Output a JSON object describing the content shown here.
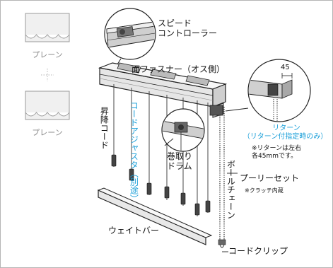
{
  "sidebar": {
    "top_caption": "プレーン",
    "bottom_caption": "プレーン",
    "connector_symbol": "+"
  },
  "labels": {
    "speed_controller": "スピード\nコントローラー",
    "velcro_male": "面ファスナー（オス側）",
    "lift_cord": "昇降コード",
    "cord_adjuster": "コードアジャスタ（別途）",
    "winding_drum": "巻取り\nドラム",
    "ball_chain": "ボールチェーン",
    "pulley_set": "プーリーセット",
    "clutch_note": "※クラッチ内蔵",
    "weight_bar": "ウェイトバー",
    "cord_clip": "コードクリップ",
    "return_title": "リターン",
    "return_subtitle": "（リターン付指定時のみ）",
    "return_note": "※リターンは左右\n各45mmです。",
    "return_dimension": "45"
  },
  "colors": {
    "accent_blue": "#1a9fd9",
    "line": "#222222",
    "sidebar_grey": "#8c8c8c"
  }
}
